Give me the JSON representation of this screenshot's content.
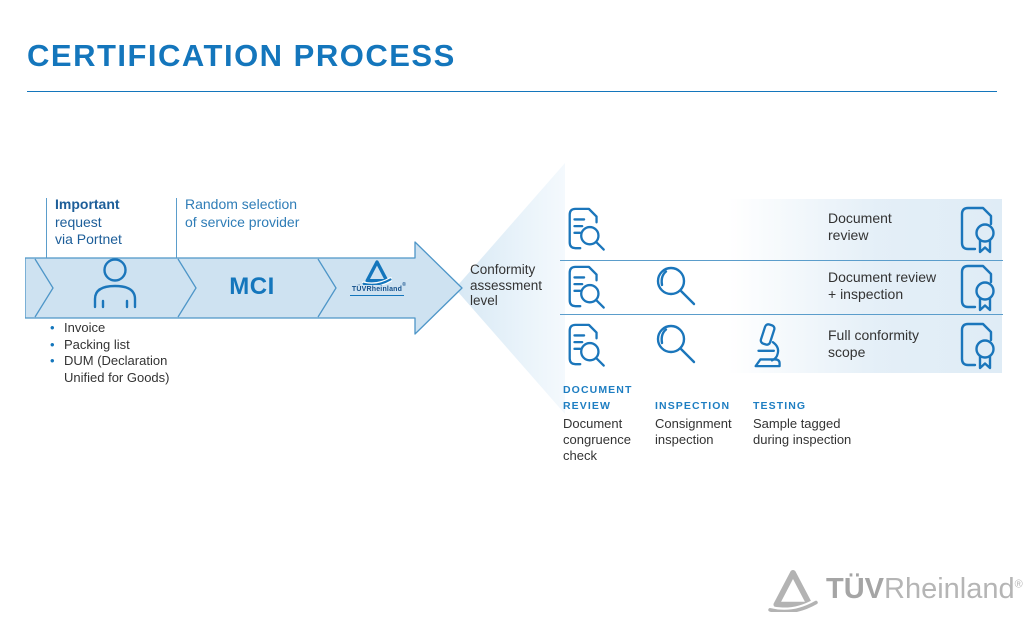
{
  "header": {
    "title": "CERTIFICATION PROCESS"
  },
  "flow": {
    "step1_caption": {
      "line1": "Important",
      "line2": "request",
      "line3": "via Portnet"
    },
    "step2_caption": {
      "line1": "Random selection",
      "line2": "of service provider"
    },
    "mci_label": "MCI",
    "tuv_badge": {
      "text": "TÜVRheinland",
      "reg": "®"
    },
    "bullets": [
      "Invoice",
      "Packing list",
      "DUM (Declaration Unified for Goods)"
    ],
    "arrow_caption": {
      "line1": "Conformity",
      "line2": "assessment",
      "line3": "level"
    }
  },
  "matrix": {
    "rows": [
      {
        "icons": [
          "document-search"
        ],
        "label_line1": "Document",
        "label_line2": "review"
      },
      {
        "icons": [
          "document-search",
          "magnifier"
        ],
        "label_line1": "Document review",
        "label_line2": "+ inspection"
      },
      {
        "icons": [
          "document-search",
          "magnifier",
          "microscope"
        ],
        "label_line1": "Full conformity",
        "label_line2": "scope"
      }
    ],
    "columns": [
      {
        "header": "DOCUMENT REVIEW",
        "body": "Document congruence check"
      },
      {
        "header": "INSPECTION",
        "body": "Consignment inspection"
      },
      {
        "header": "TESTING",
        "body": "Sample tagged during inspection"
      }
    ]
  },
  "footer_logo": {
    "tuv": "TÜV",
    "rheinland": "Rheinland",
    "reg": "®"
  },
  "colors": {
    "brand_blue": "#1476bc",
    "icon_blue": "#1b76bb",
    "band_fill": "#cee2f1",
    "band_stroke": "#4e96c8",
    "header_label_blue": "#1e7ec2",
    "dark_text": "#333333",
    "logo_gray": "#b3b3b3"
  }
}
